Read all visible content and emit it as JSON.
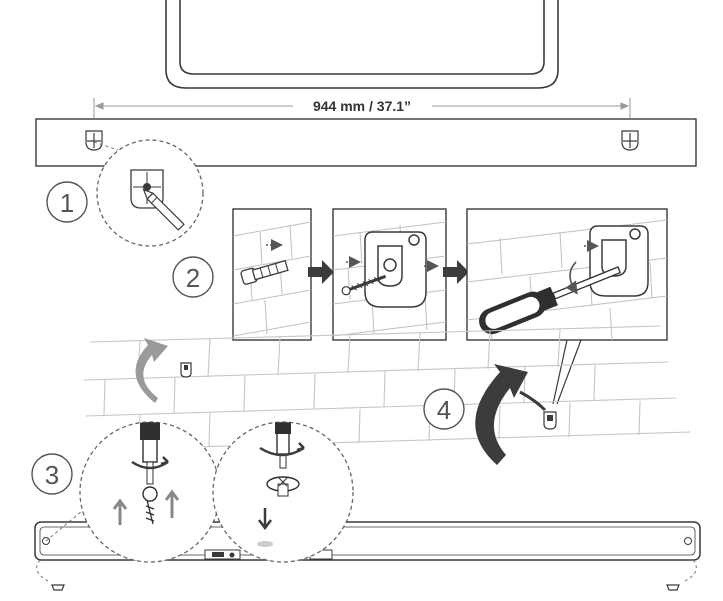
{
  "measurement": {
    "label": "944 mm / 37.1”"
  },
  "steps": [
    {
      "number": "1"
    },
    {
      "number": "2"
    },
    {
      "number": "3"
    },
    {
      "number": "4"
    }
  ],
  "colors": {
    "line": "#3a3a3a",
    "grey_arrow": "#9a9a9a",
    "dark_arrow": "#3c3c3c",
    "brick": "#bdbdbd"
  },
  "icons": [
    "pencil-icon",
    "screwdriver-icon",
    "wall-plug-icon",
    "screw-icon",
    "mounting-bracket-icon",
    "rotate-arrow-icon"
  ]
}
